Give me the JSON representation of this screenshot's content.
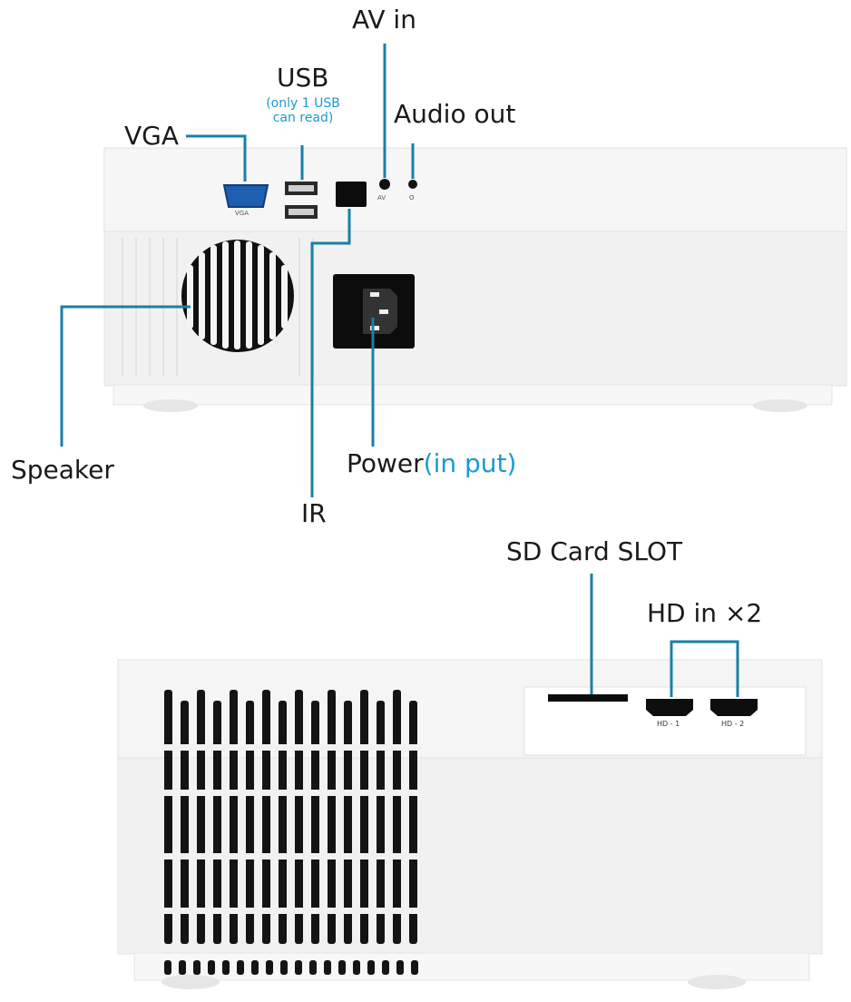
{
  "labels": {
    "av_in": "AV in",
    "usb": "USB",
    "usb_note_line1": "(only 1 USB",
    "usb_note_line2": "can read)",
    "audio_out": "Audio out",
    "vga": "VGA",
    "speaker": "Speaker",
    "power": "Power",
    "power_note": "(in put)",
    "ir": "IR",
    "sd_card_slot": "SD Card SLOT",
    "hd_in": "HD in ×2"
  },
  "port_markings": {
    "vga_tag": "VGA",
    "av_tag": "AV",
    "audio_tag": "O",
    "hd1_tag": "HD - 1",
    "hd2_tag": "HD - 2"
  },
  "colors": {
    "leader_line": "#1a7fa8",
    "accent_text": "#1a9bd1",
    "vga_port": "#1f5fb0",
    "device_body": "#f3f3f3",
    "port_black": "#111111"
  }
}
